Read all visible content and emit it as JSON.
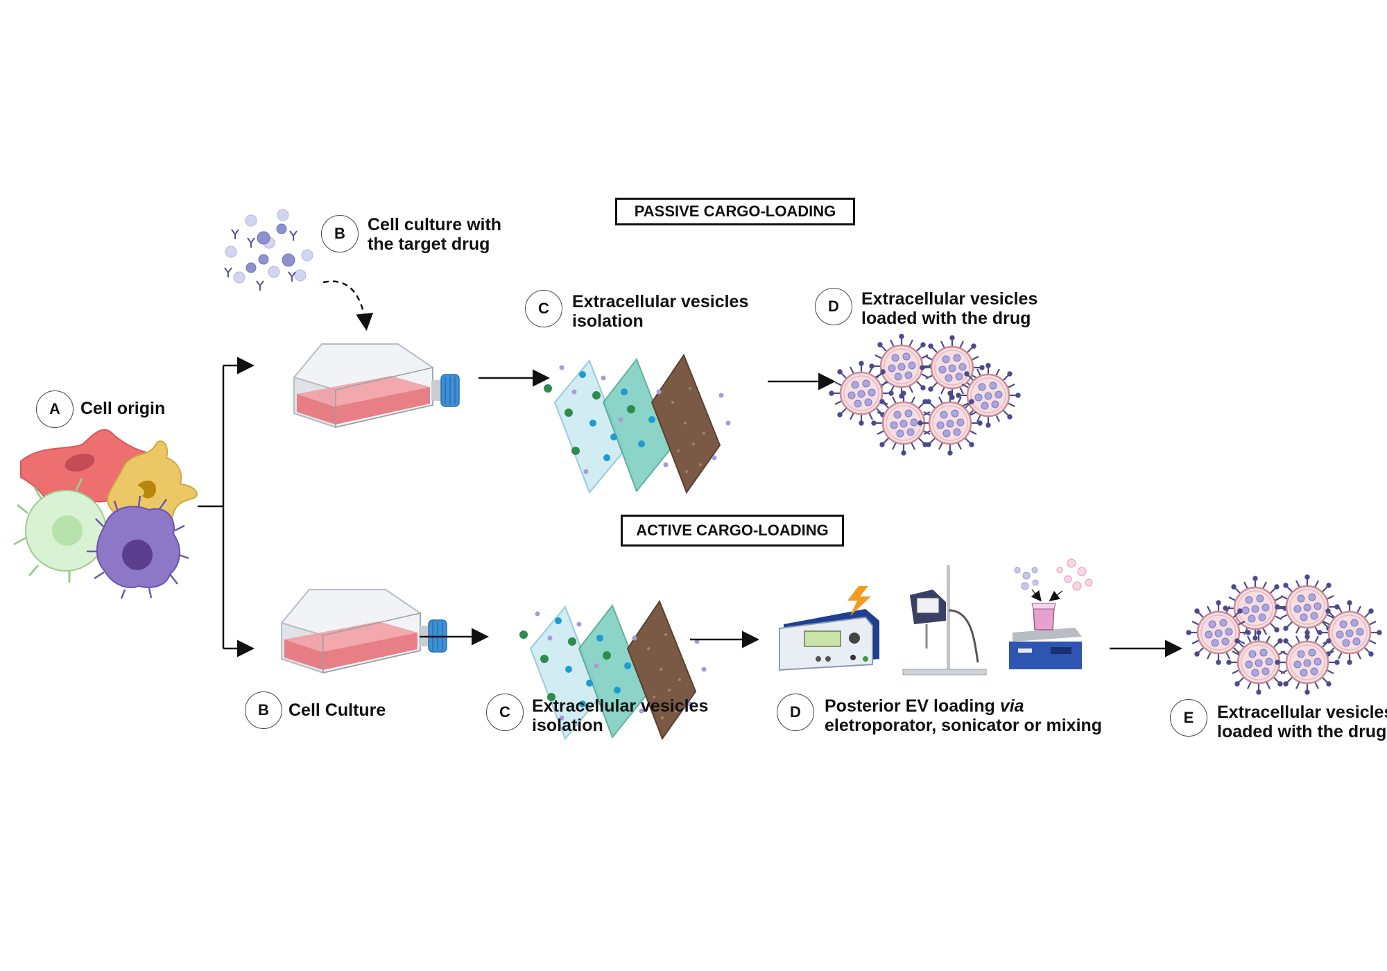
{
  "headers": {
    "passive": "PASSIVE CARGO-LOADING",
    "active": "ACTIVE CARGO-LOADING"
  },
  "cell_origin": {
    "badge": "A",
    "label": "Cell origin"
  },
  "passive": {
    "step_b": {
      "badge": "B",
      "line1": "Cell culture with",
      "line2": "the target drug"
    },
    "step_c": {
      "badge": "C",
      "line1": "Extracellular vesicles",
      "line2": "isolation"
    },
    "step_d": {
      "badge": "D",
      "line1": "Extracellular vesicles",
      "line2": "loaded with the drug"
    }
  },
  "active": {
    "step_b": {
      "badge": "B",
      "label": "Cell Culture"
    },
    "step_c": {
      "badge": "C",
      "line1": "Extracellular vesicles",
      "line2": "isolation"
    },
    "step_d": {
      "badge": "D",
      "line1_pre": "Posterior EV loading ",
      "line1_italic": "via",
      "line2": "eletroporator, sonicator or mixing"
    },
    "step_e": {
      "badge": "E",
      "line1": "Extracellular vesicles",
      "line2": "loaded with the drug"
    }
  },
  "colors": {
    "flask_liquid": "#e8727a",
    "flask_cap": "#3d8fd6",
    "filter_light": "#cdeaf2",
    "filter_teal": "#7fd0c2",
    "filter_brown": "#7a5a45",
    "vesicle_fill": "#f6dde0",
    "vesicle_cargo": "#a9a7dd",
    "spike": "#4b4a8c",
    "cell_red": "#ee6f70",
    "cell_yellow": "#ecc766",
    "cell_green": "#d9f2d3",
    "cell_purple": "#8d78c8",
    "bolt": "#f39b1f"
  }
}
